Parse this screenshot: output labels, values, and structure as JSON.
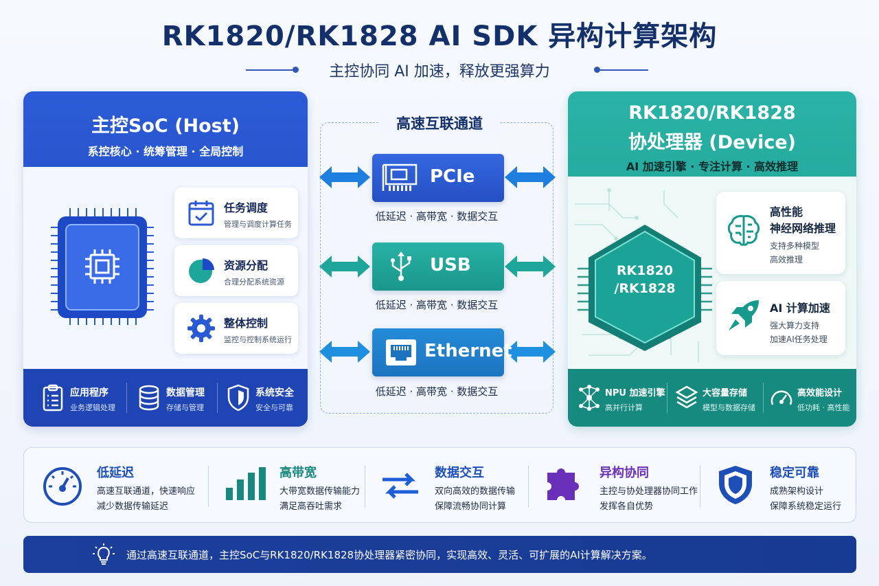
{
  "header": {
    "title": "RK1820/RK1828 AI SDK 异构计算架构",
    "subtitle": "主控协同 AI 加速，释放更强算力"
  },
  "host": {
    "title": "主控SoC (Host)",
    "subtitle": "系控核心 · 统筹管理 · 全局控制",
    "tasks": [
      {
        "title": "任务调度",
        "desc": "管理与调度计算任务",
        "icon": "calendar-icon"
      },
      {
        "title": "资源分配",
        "desc": "合理分配系统资源",
        "icon": "pie-chart-icon"
      },
      {
        "title": "整体控制",
        "desc": "监控与控制系统运行",
        "icon": "gear-icon"
      }
    ],
    "footer": [
      {
        "title": "应用程序",
        "desc": "业务逻辑处理",
        "icon": "clipboard-icon"
      },
      {
        "title": "数据管理",
        "desc": "存储与管理",
        "icon": "database-icon"
      },
      {
        "title": "系统安全",
        "desc": "安全与可靠",
        "icon": "shield-icon"
      }
    ]
  },
  "channel": {
    "title": "高速互联通道",
    "links": [
      {
        "label": "PCIe",
        "desc": "低延迟 · 高带宽 · 数据交互",
        "icon": "pcie-card-icon",
        "color": "#2a5ad3"
      },
      {
        "label": "USB",
        "desc": "低延迟 · 高带宽 · 数据交互",
        "icon": "usb-icon",
        "color": "#1fa69a"
      },
      {
        "label": "Ethernet",
        "desc": "低延迟 · 高带宽 · 数据交互",
        "icon": "ethernet-port-icon",
        "color": "#1f7fc9"
      }
    ]
  },
  "device": {
    "title_line1": "RK1820/RK1828",
    "title_line2": "协处理器 (Device)",
    "subtitle": "AI 加速引擎 · 专注计算 · 高效推理",
    "chip_line1": "RK1820",
    "chip_line2": "/RK1828",
    "cards": [
      {
        "title1": "高性能",
        "title2": "神经网络推理",
        "desc1": "支持多种模型",
        "desc2": "高效推理",
        "icon": "brain-icon"
      },
      {
        "title1": "AI 计算加速",
        "title2": "",
        "desc1": "强大算力支持",
        "desc2": "加速AI任务处理",
        "icon": "rocket-icon"
      }
    ],
    "footer": [
      {
        "title": "NPU 加速引擎",
        "desc": "高并行计算",
        "icon": "neural-network-icon"
      },
      {
        "title": "大容量存储",
        "desc": "模型与数据存储",
        "icon": "layers-icon"
      },
      {
        "title": "高效能设计",
        "desc": "低功耗 · 高性能",
        "icon": "speedometer-icon"
      }
    ]
  },
  "features": [
    {
      "title": "低延迟",
      "desc1": "高速互联通道，快速响应",
      "desc2": "减少数据传输延迟",
      "color": "#1e4fb8",
      "icon": "speedometer-icon"
    },
    {
      "title": "高带宽",
      "desc1": "大带宽数据传输能力",
      "desc2": "满足高吞吐需求",
      "color": "#17897f",
      "icon": "bar-chart-icon"
    },
    {
      "title": "数据交互",
      "desc1": "双向高效的数据传输",
      "desc2": "保障流畅协同计算",
      "color": "#1e4fb8",
      "icon": "swap-arrows-icon"
    },
    {
      "title": "异构协同",
      "desc1": "主控与协处理器协同工作",
      "desc2": "发挥各自优势",
      "color": "#6a2fb8",
      "icon": "puzzle-icon"
    },
    {
      "title": "稳定可靠",
      "desc1": "成熟架构设计",
      "desc2": "保障系统稳定运行",
      "color": "#1e4fb8",
      "icon": "shield-icon"
    }
  ],
  "banner": {
    "text": "通过高速互联通道，主控SoC与RK1820/RK1828协处理器紧密协同，实现高效、灵活、可扩展的AI计算解决方案。",
    "icon": "lightbulb-icon"
  }
}
